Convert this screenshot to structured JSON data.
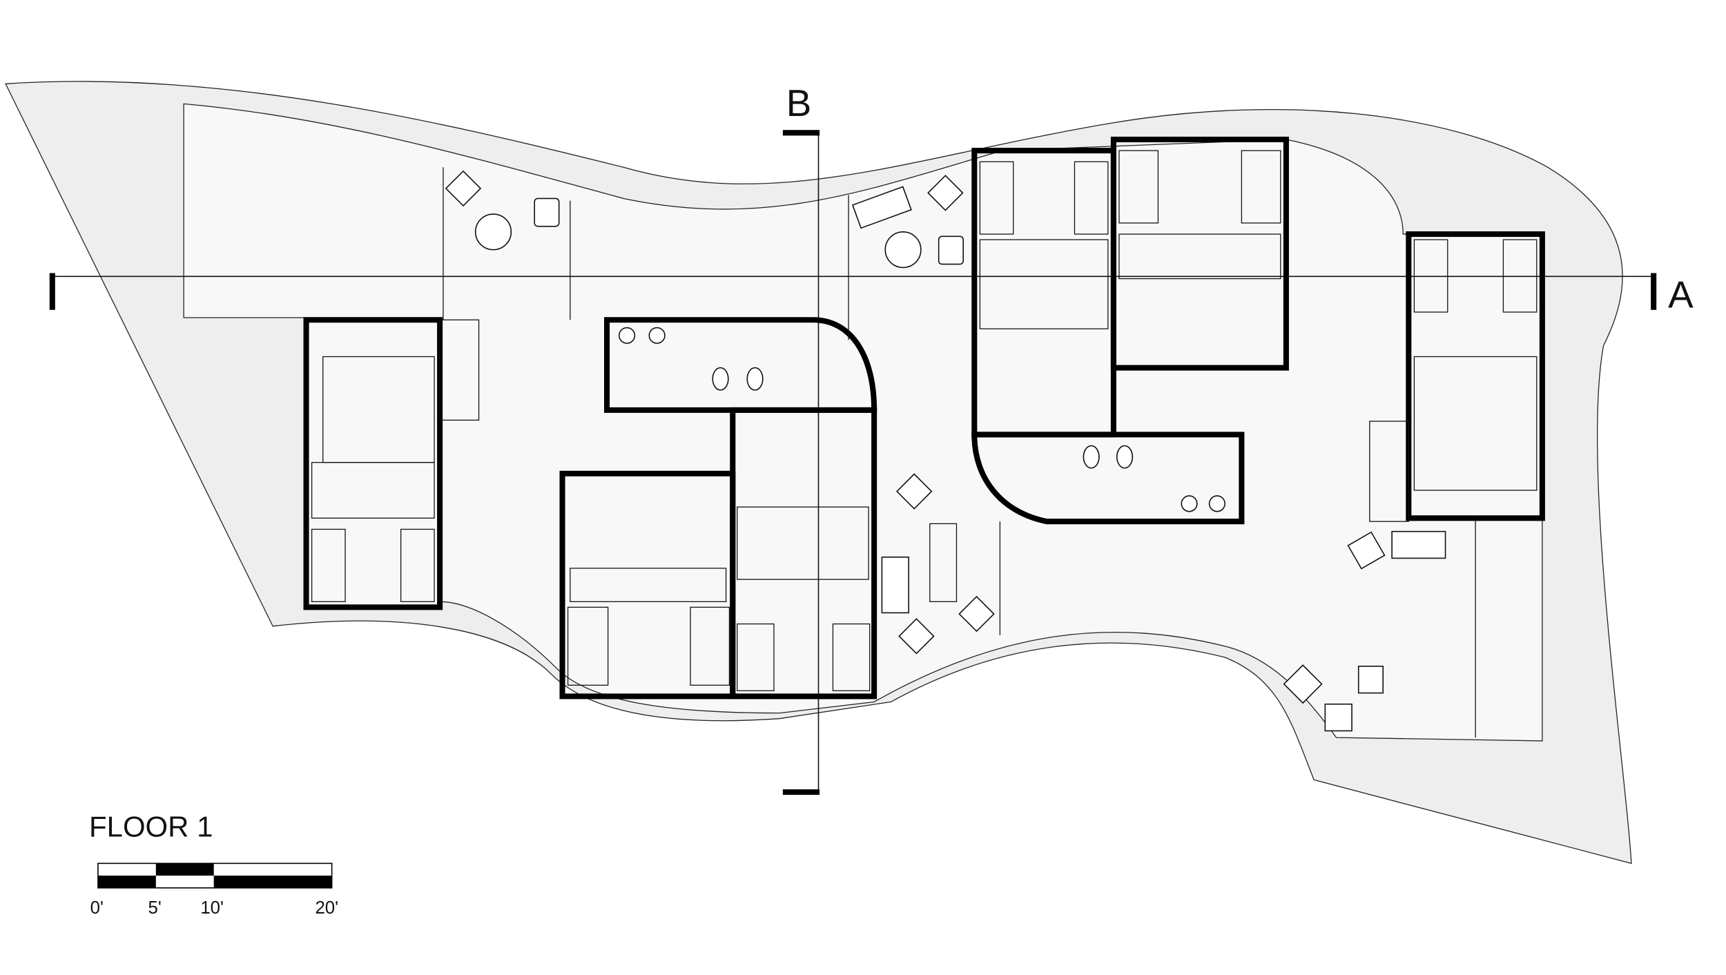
{
  "title": "FLOOR 1",
  "section_marks": {
    "a": "A",
    "b": "B"
  },
  "scale_bar": {
    "labels": [
      "0'",
      "5'",
      "10'",
      "20'"
    ],
    "unit": "feet",
    "max": 20
  },
  "colors": {
    "slab": "#eeeeee",
    "interior": "#f7f7f7",
    "wall": "#000000",
    "background": "#ffffff"
  }
}
